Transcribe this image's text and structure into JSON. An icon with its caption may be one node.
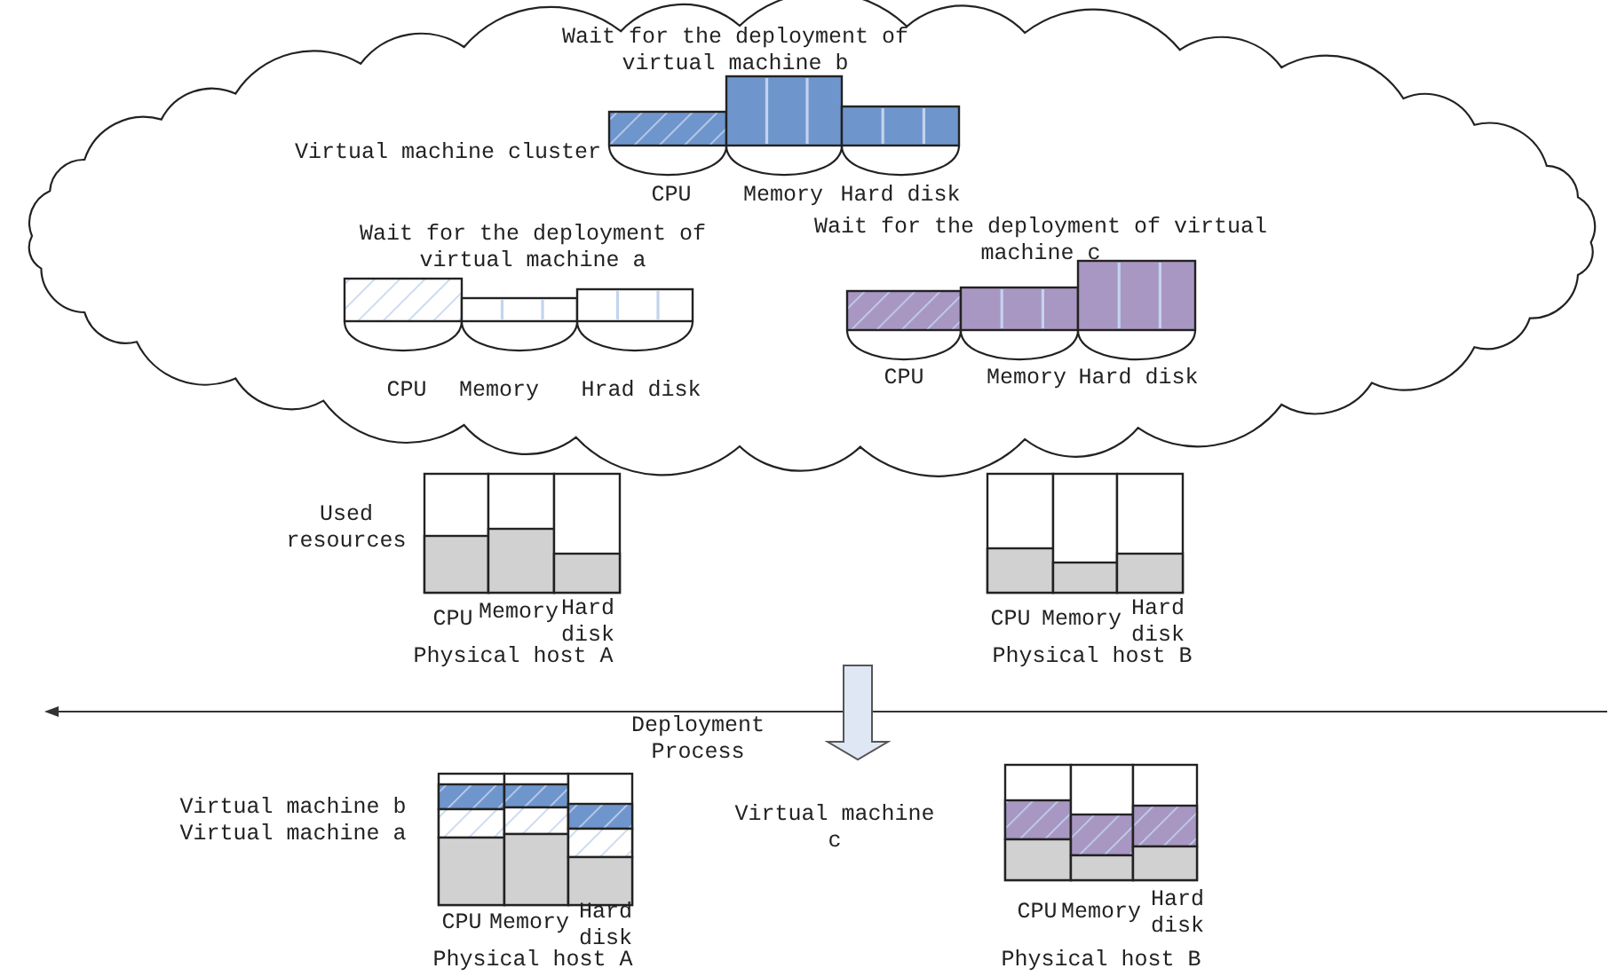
{
  "diagram": {
    "nodes": [
      {
        "text": [
          "Virtual machine cluster"
        ]
      }
    ],
    "edges": [],
    "labels": [
      "Wait for the deployment of virtual machine b",
      "CPU",
      "Memory",
      "Hard disk",
      "Wait for the deployment of virtual machine a",
      "Wait for the deployment of virtual machine c",
      "CPU",
      "Memory",
      "Hrad disk",
      "CPU",
      "Memory",
      "Hard disk",
      "Used resources",
      "CPU",
      "Memory",
      "Hard disk",
      "Physical host A",
      "CPU",
      "Memory",
      "Hard disk",
      "Physical host B",
      "Deployment Process",
      "Virtual machine b",
      "Virtual machine a",
      "Virtual machine c",
      "CPU",
      "Memory",
      "Hard disk",
      "Physical host A",
      "CPU",
      "Memory",
      "Hard disk",
      "Physical host B"
    ]
  }
}
